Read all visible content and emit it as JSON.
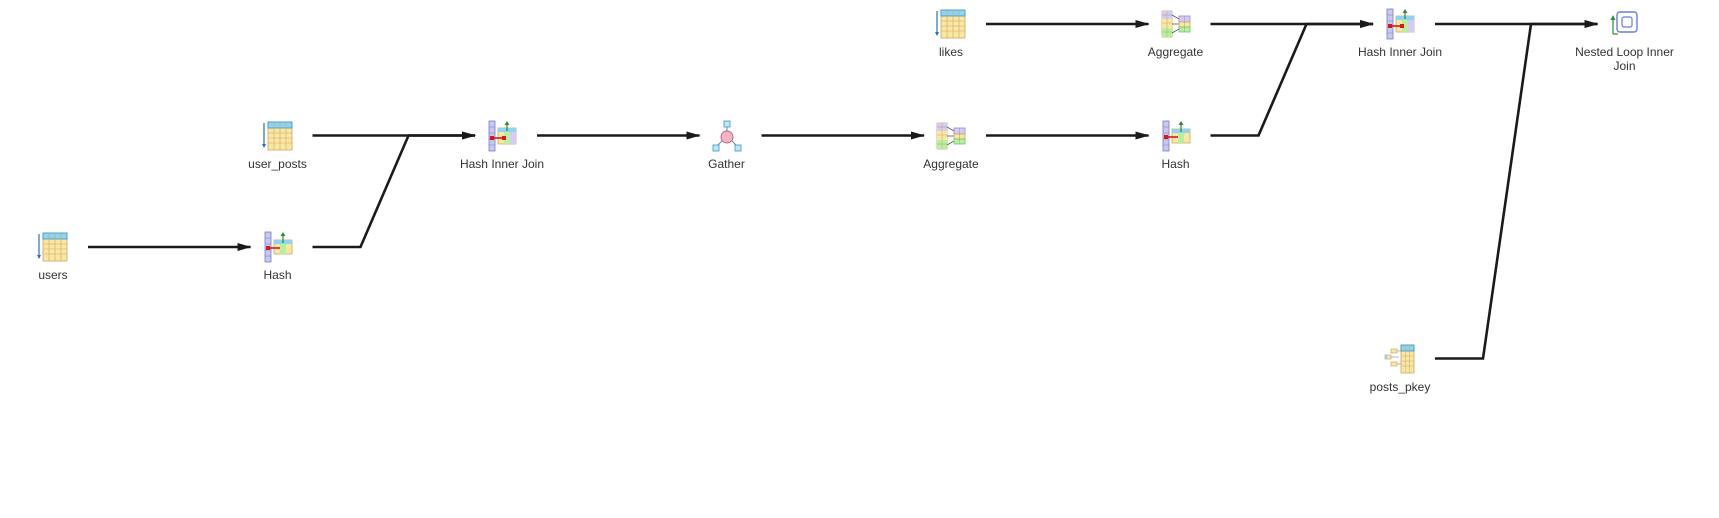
{
  "plan": {
    "nodes": [
      {
        "id": "users",
        "label": "users",
        "icon": "seq-scan-icon"
      },
      {
        "id": "hash1",
        "label": "Hash",
        "icon": "hash-icon"
      },
      {
        "id": "user_posts",
        "label": "user_posts",
        "icon": "seq-scan-icon"
      },
      {
        "id": "hashjoin1",
        "label": "Hash Inner Join",
        "icon": "hash-join-icon"
      },
      {
        "id": "gather",
        "label": "Gather",
        "icon": "gather-icon"
      },
      {
        "id": "aggregate1",
        "label": "Aggregate",
        "icon": "aggregate-icon"
      },
      {
        "id": "hash2",
        "label": "Hash",
        "icon": "hash-icon"
      },
      {
        "id": "likes",
        "label": "likes",
        "icon": "seq-scan-icon"
      },
      {
        "id": "aggregate2",
        "label": "Aggregate",
        "icon": "aggregate-icon"
      },
      {
        "id": "hashjoin2",
        "label": "Hash Inner Join",
        "icon": "hash-join-icon"
      },
      {
        "id": "posts_pkey",
        "label": "posts_pkey",
        "icon": "index-scan-icon"
      },
      {
        "id": "nestedloop",
        "label": "Nested Loop Inner Join",
        "icon": "nested-loop-icon"
      }
    ],
    "edges": [
      {
        "from": "users",
        "to": "hash1"
      },
      {
        "from": "user_posts",
        "to": "hashjoin1"
      },
      {
        "from": "hash1",
        "to": "hashjoin1"
      },
      {
        "from": "hashjoin1",
        "to": "gather"
      },
      {
        "from": "gather",
        "to": "aggregate1"
      },
      {
        "from": "aggregate1",
        "to": "hash2"
      },
      {
        "from": "likes",
        "to": "aggregate2"
      },
      {
        "from": "aggregate2",
        "to": "hashjoin2"
      },
      {
        "from": "hash2",
        "to": "hashjoin2"
      },
      {
        "from": "hashjoin2",
        "to": "nestedloop"
      },
      {
        "from": "posts_pkey",
        "to": "nestedloop"
      }
    ],
    "colors": {
      "edge": "#1a1a1a",
      "label": "#333333",
      "table_header": "#8fd3f0",
      "table_body": "#fbe7a1",
      "table_grid": "#c9a86a",
      "hash_column": "#c7c7f2",
      "join_key": "#d11a1a",
      "join_arrow": "#2e8b2e",
      "aggregate_green": "#b6f0a0",
      "aggregate_purple": "#d4ccf2",
      "gather_center": "#f4b6c6",
      "gather_satellite": "#bfe6f5",
      "nested_loop": "#6a7fd6"
    }
  }
}
